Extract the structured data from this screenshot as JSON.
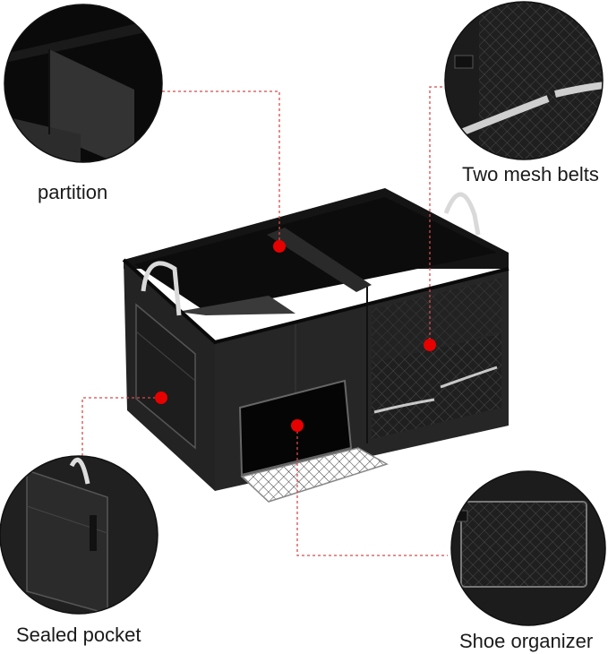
{
  "callouts": {
    "partition": "partition",
    "mesh_belts": "Two mesh belts",
    "sealed_pocket": "Sealed pocket",
    "shoe_organizer": "Shoe organizer"
  },
  "colors": {
    "background": "#ffffff",
    "product_black": "#1c1c1c",
    "marker_red": "#e60000",
    "leader_line": "#d84a4a",
    "reflective_strip": "#c8c8c8"
  }
}
